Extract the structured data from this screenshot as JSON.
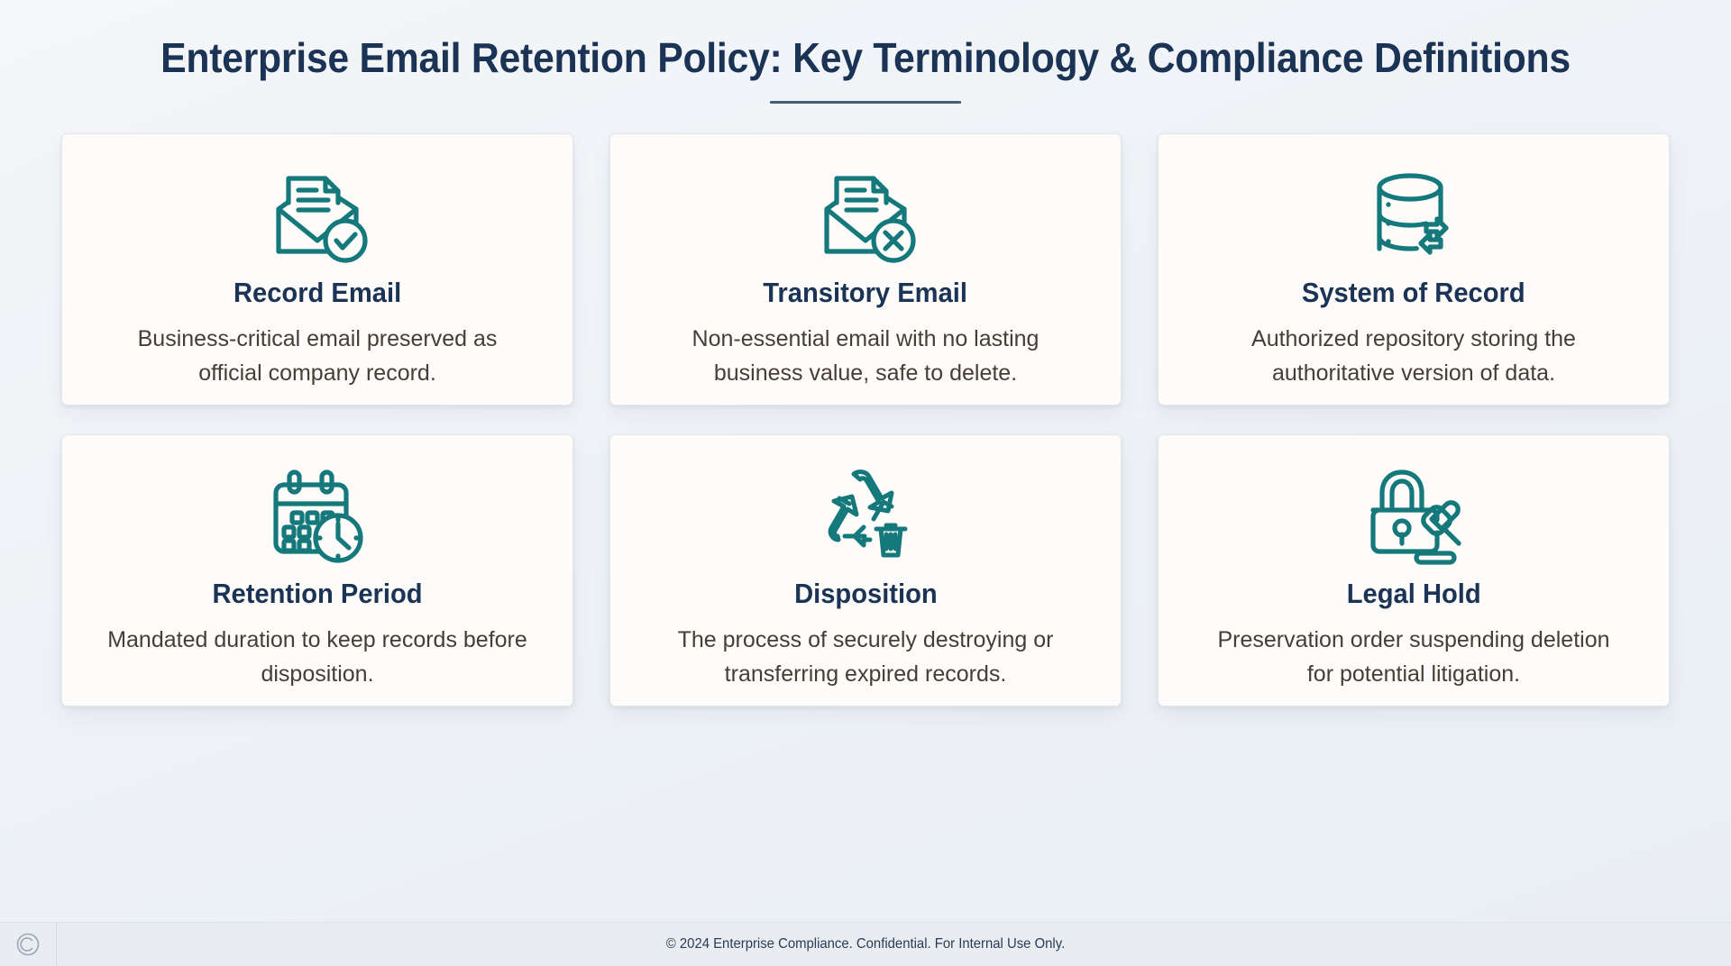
{
  "header": {
    "title": "Enterprise Email Retention Policy: Key Terminology & Compliance Definitions",
    "accent_color": "#4a5a74",
    "title_color": "#1b3354"
  },
  "theme": {
    "icon_color": "#15787b",
    "card_background": "#fdfcfa",
    "page_background": "#eef2f6",
    "body_text_color": "#463d35"
  },
  "cards": [
    {
      "icon": "email-record-check-icon",
      "title": "Record Email",
      "description": "Business-critical email preserved as official company record."
    },
    {
      "icon": "email-transitory-cross-icon",
      "title": "Transitory Email",
      "description": "Non-essential email with no lasting business value, safe to delete."
    },
    {
      "icon": "database-exchange-icon",
      "title": "System of Record",
      "description": "Authorized repository storing the authoritative version of data."
    },
    {
      "icon": "calendar-clock-icon",
      "title": "Retention Period",
      "description": "Mandated duration to keep records before disposition."
    },
    {
      "icon": "recycle-trash-icon",
      "title": "Disposition",
      "description": "The process of securely destroying or transferring expired records."
    },
    {
      "icon": "padlock-gavel-icon",
      "title": "Legal Hold",
      "description": "Preservation order suspending deletion for potential litigation."
    }
  ],
  "footer": {
    "mark": "copyright-mark-icon",
    "text": "© 2024 Enterprise Compliance. Confidential. For Internal Use Only."
  }
}
